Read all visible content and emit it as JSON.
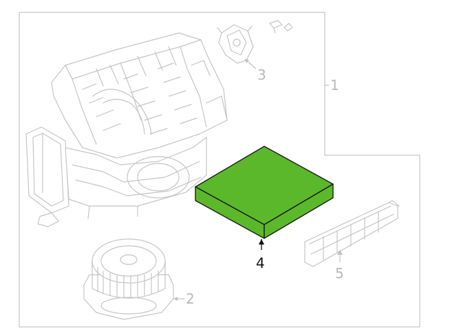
{
  "callouts": [
    {
      "id": "1",
      "label": "1"
    },
    {
      "id": "2",
      "label": "2"
    },
    {
      "id": "3",
      "label": "3"
    },
    {
      "id": "4",
      "label": "4"
    },
    {
      "id": "5",
      "label": "5"
    }
  ],
  "colors": {
    "highlight_part": "#5cb82b",
    "highlight_outline": "#1a1a1a",
    "ghost_lines": "#c4c4c4",
    "boundary": "#c8c8c8",
    "callout_text_muted": "#b8b8b8",
    "callout_text_active": "#111111"
  },
  "parts": [
    {
      "callout": "1",
      "name": "hvac-housing-assembly",
      "highlighted": false
    },
    {
      "callout": "2",
      "name": "blower-motor",
      "highlighted": false
    },
    {
      "callout": "3",
      "name": "actuator",
      "highlighted": false
    },
    {
      "callout": "4",
      "name": "cabin-air-filter",
      "highlighted": true
    },
    {
      "callout": "5",
      "name": "filter-cover",
      "highlighted": false
    }
  ]
}
